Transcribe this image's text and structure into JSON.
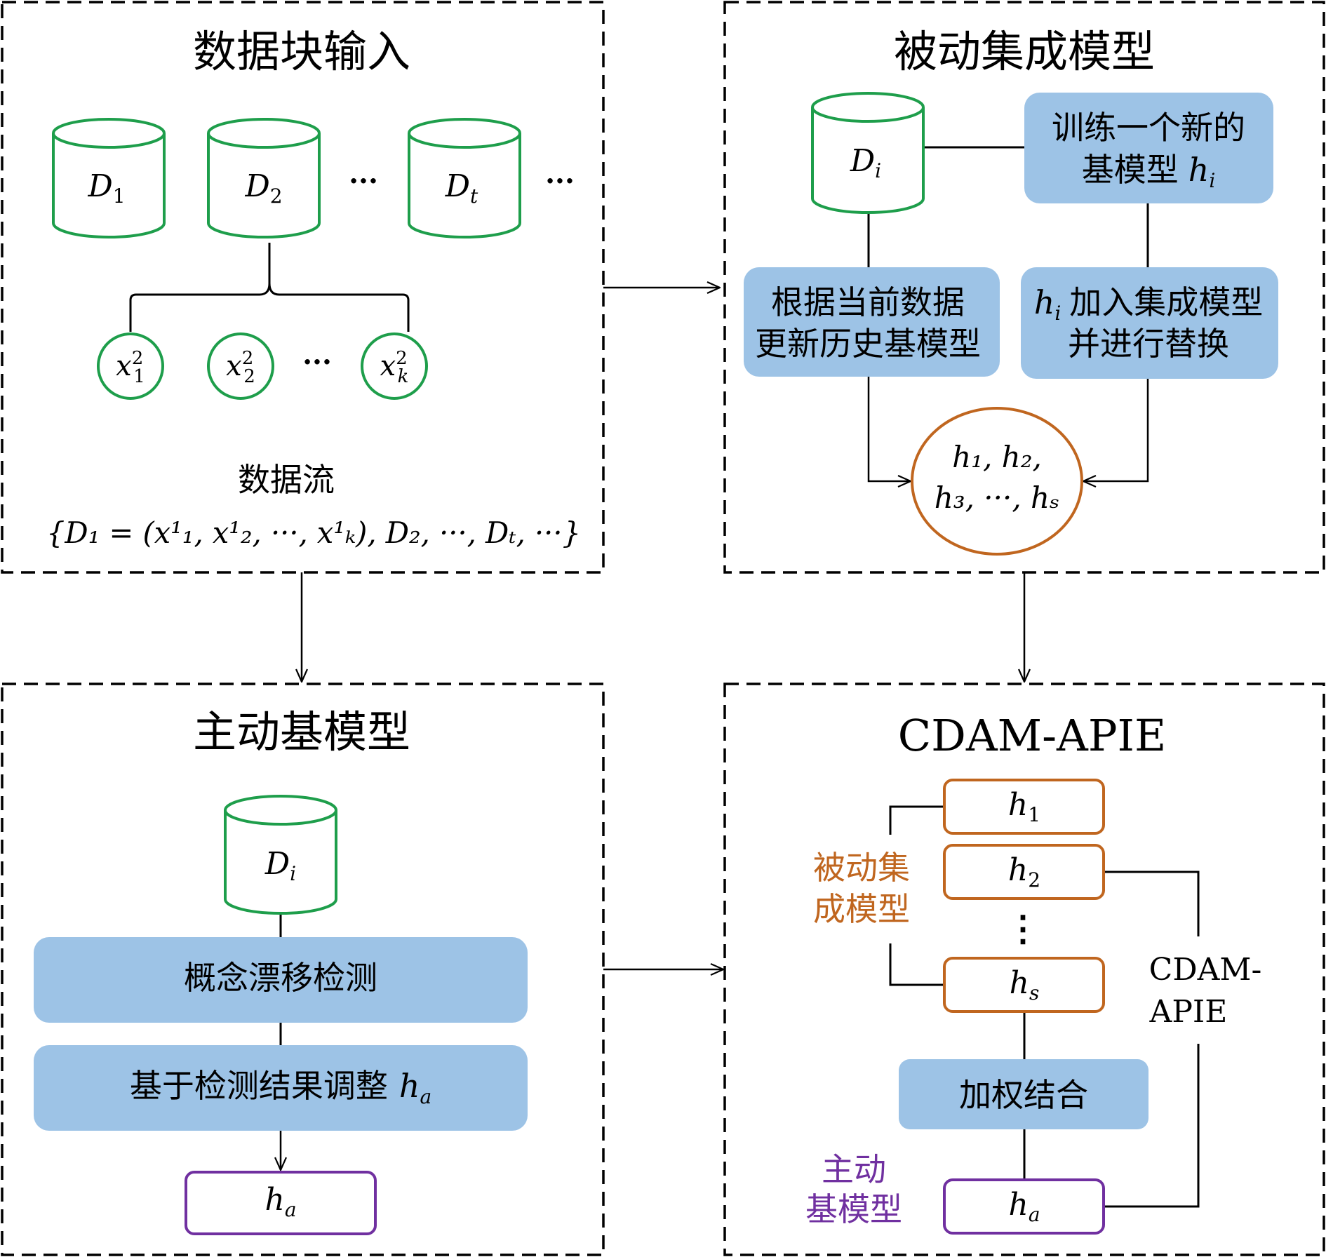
{
  "colors": {
    "green": "#1e9e4b",
    "blue_fill": "#9dc3e6",
    "orange": "#c0661f",
    "purple": "#7030a0",
    "black": "#000000"
  },
  "panels": {
    "input": {
      "title": "数据块输入",
      "cylinders": [
        {
          "var": "D",
          "sub": "1"
        },
        {
          "var": "D",
          "sub": "2"
        },
        {
          "var": "D",
          "sub": "t"
        }
      ],
      "ellipsis": "···",
      "samples": [
        {
          "var": "x",
          "sup": "2",
          "sub": "1"
        },
        {
          "var": "x",
          "sup": "2",
          "sub": "2"
        },
        {
          "var": "x",
          "sup": "2",
          "sub": "k"
        }
      ],
      "stream_label": "数据流",
      "stream_formula": "{D₁ = (x¹₁, x¹₂, ···, x¹ₖ), D₂, ···, Dₜ, ···}"
    },
    "passive": {
      "title": "被动集成模型",
      "cylinder": {
        "var": "D",
        "sub": "i"
      },
      "train_box": {
        "line1": "训练一个新的",
        "line2": "基模型",
        "var": "h",
        "sub": "i"
      },
      "update_box": {
        "line1": "根据当前数据",
        "line2": "更新历史基模型"
      },
      "add_box": {
        "var": "h",
        "sub": "i",
        "line1": "加入集成模型",
        "line2": "并进行替换"
      },
      "ensemble_line1": "h₁, h₂,",
      "ensemble_line2": "h₃, ···, hₛ"
    },
    "active": {
      "title": "主动基模型",
      "cylinder": {
        "var": "D",
        "sub": "i"
      },
      "drift_box": "概念漂移检测",
      "adjust_box": {
        "text": "基于检测结果调整",
        "var": "h",
        "sub": "a"
      },
      "model": {
        "var": "h",
        "sub": "a"
      }
    },
    "final": {
      "title": "CDAM-APIE",
      "models": [
        {
          "var": "h",
          "sub": "1"
        },
        {
          "var": "h",
          "sub": "2"
        },
        {
          "var": "h",
          "sub": "s"
        }
      ],
      "vdots": "⋮",
      "passive_label": [
        "被动集",
        "成模型"
      ],
      "active_label": [
        "主动",
        "基模型"
      ],
      "combine_box": "加权结合",
      "active_model": {
        "var": "h",
        "sub": "a"
      },
      "side_label": [
        "CDAM-",
        "APIE"
      ]
    }
  }
}
